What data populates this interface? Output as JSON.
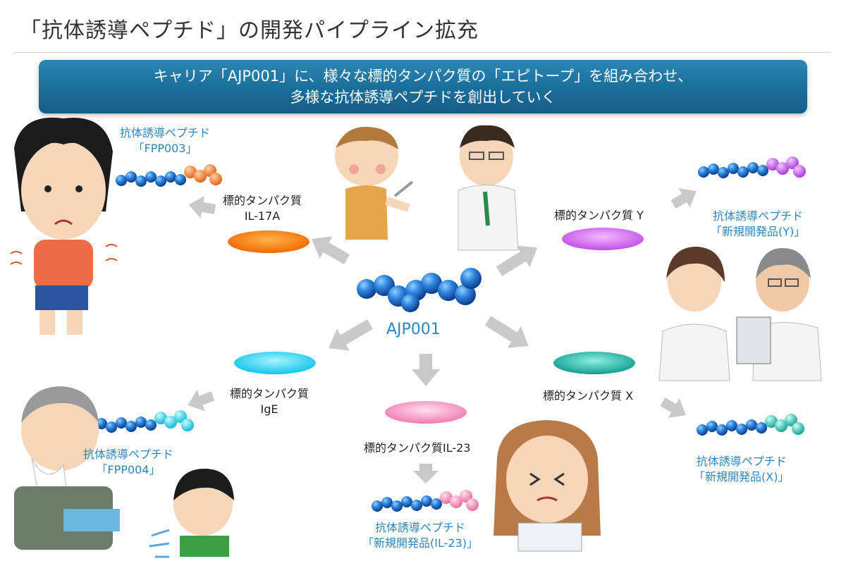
{
  "title": "「抗体誘導ペプチド」の開発パイプライン拡充",
  "banner": {
    "line1": "キャリア「AJP001」に、様々な標的タンパク質の「エピトープ」を組み合わせ、",
    "line2": "多様な抗体誘導ペプチドを創出していく"
  },
  "center": {
    "name": "AJP001"
  },
  "targets": {
    "il17a": {
      "line1": "標的タンパク質",
      "line2": "IL-17A",
      "color": "#f07a10"
    },
    "y": {
      "label": "標的タンパク質 Y",
      "color": "#c455e6"
    },
    "ige": {
      "line1": "標的タンパク質",
      "line2": "IgE",
      "color": "#1ec7ea"
    },
    "il23": {
      "label": "標的タンパク質IL-23",
      "color": "#f084b0"
    },
    "x": {
      "label": "標的タンパク質 X",
      "color": "#17a79a"
    }
  },
  "products": {
    "fpp003": {
      "line1": "抗体誘導ペプチド",
      "line2": "「FPP003」"
    },
    "y": {
      "line1": "抗体誘導ペプチド",
      "line2": "「新規開発品(Y)」"
    },
    "fpp004": {
      "line1": "抗体誘導ペプチド",
      "line2": "「FPP004」"
    },
    "il23": {
      "line1": "抗体誘導ペプチド",
      "line2": "「新規開発品(IL-23)」"
    },
    "x": {
      "line1": "抗体誘導ペプチド",
      "line2": "「新規開発品(X)」"
    }
  },
  "colors": {
    "chain_blue": "#1d63b8",
    "arrow": "#c9c9c9",
    "label_blue": "#2c86bf"
  }
}
